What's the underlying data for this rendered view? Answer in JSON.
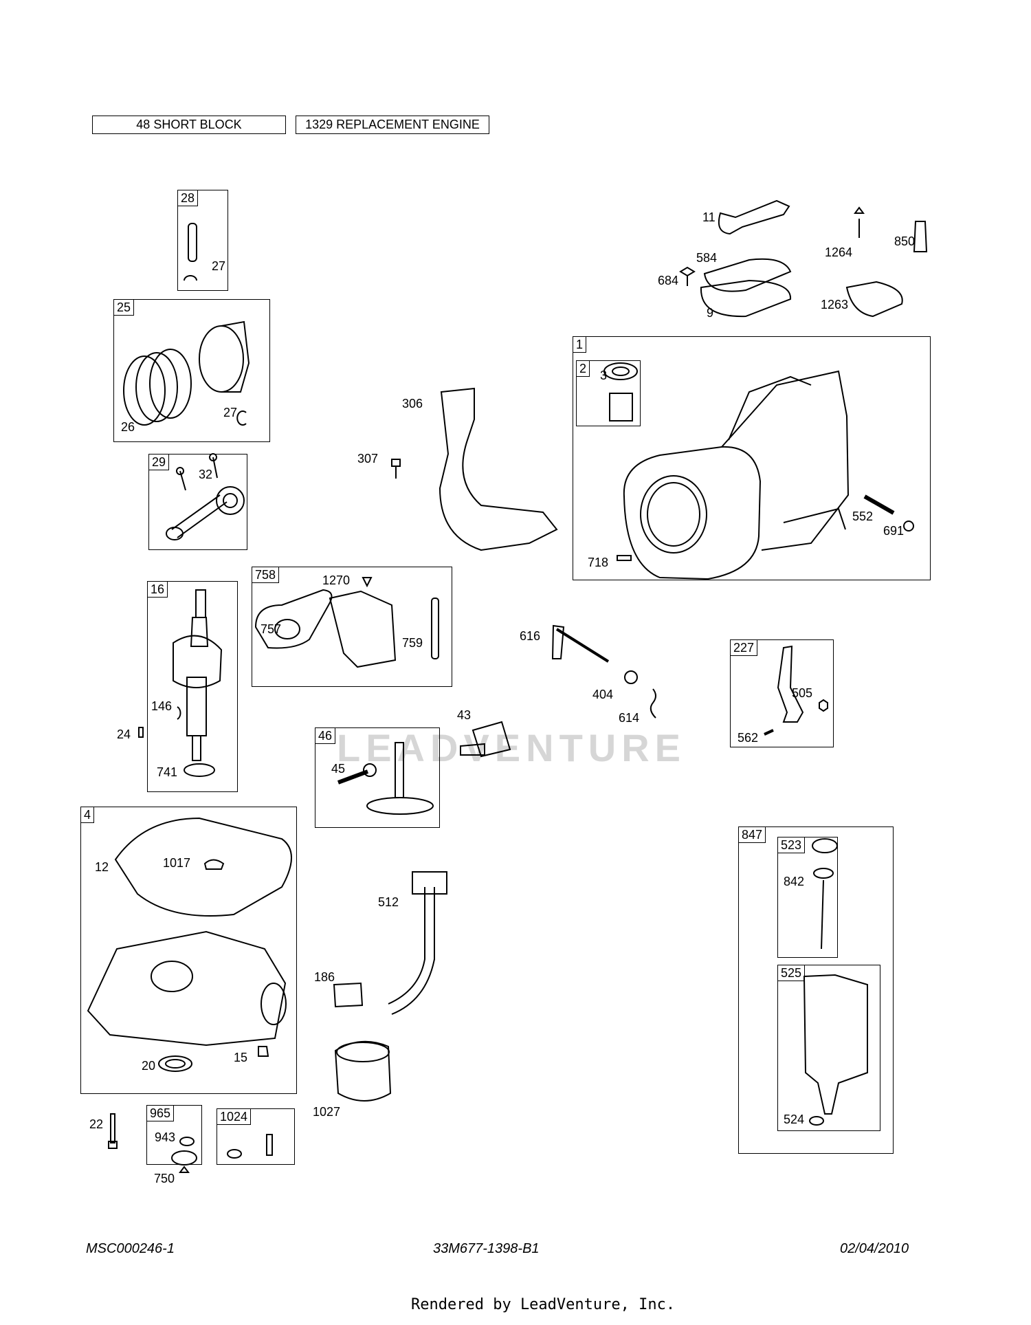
{
  "header": {
    "short_block": "48 SHORT BLOCK",
    "replacement_engine": "1329 REPLACEMENT ENGINE"
  },
  "groups": [
    {
      "id": "28"
    },
    {
      "id": "25"
    },
    {
      "id": "29"
    },
    {
      "id": "16"
    },
    {
      "id": "758"
    },
    {
      "id": "1"
    },
    {
      "id": "2"
    },
    {
      "id": "227"
    },
    {
      "id": "46"
    },
    {
      "id": "4"
    },
    {
      "id": "965"
    },
    {
      "id": "1024"
    },
    {
      "id": "847"
    },
    {
      "id": "523"
    },
    {
      "id": "525"
    }
  ],
  "part_labels": [
    "27",
    "27",
    "26",
    "32",
    "146",
    "24",
    "741",
    "1270",
    "757",
    "759",
    "11",
    "584",
    "684",
    "9",
    "1264",
    "850",
    "1263",
    "3",
    "552",
    "691",
    "718",
    "306",
    "307",
    "616",
    "404",
    "614",
    "43",
    "45",
    "505",
    "562",
    "12",
    "1017",
    "20",
    "15",
    "512",
    "186",
    "1027",
    "22",
    "943",
    "750",
    "842",
    "524"
  ],
  "watermark": "LEADVENTURE",
  "footer": {
    "left": "MSC000246-1",
    "center": "33M677-1398-B1",
    "right": "02/04/2010"
  },
  "rendered_by": "Rendered by LeadVenture, Inc."
}
